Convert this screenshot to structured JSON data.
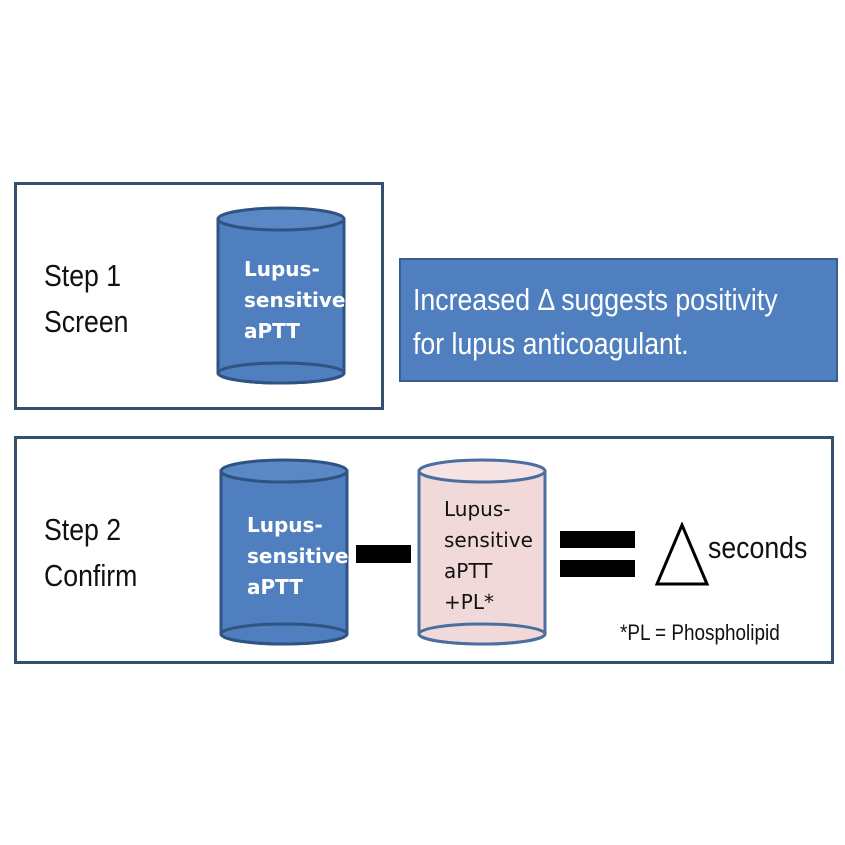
{
  "step1": {
    "line1": "Step 1",
    "line2": "Screen"
  },
  "step2": {
    "line1": "Step 2",
    "line2": "Confirm"
  },
  "cylinder_screen": {
    "lines": [
      "Lupus-",
      "sensitive",
      "aPTT"
    ]
  },
  "cylinder_confirm_left": {
    "lines": [
      "Lupus-",
      "sensitive",
      "aPTT"
    ]
  },
  "cylinder_confirm_right": {
    "lines": [
      "Lupus-",
      "sensitive",
      "aPTT",
      "+PL*"
    ]
  },
  "callout": {
    "line1": "Increased Δ suggests positivity",
    "line2": "for lupus anticoagulant."
  },
  "result": {
    "unit": "seconds"
  },
  "footnote": "*PL = Phospholipid",
  "colors": {
    "panel_border": "#34506e",
    "blue_cylinder": "#4f7fbf",
    "blue_cylinder_edge": "#2f5383",
    "pink_cylinder": "#f2d9d9",
    "pink_cylinder_edge": "#4a6f9e",
    "callout_fill": "#4f7fbf"
  }
}
